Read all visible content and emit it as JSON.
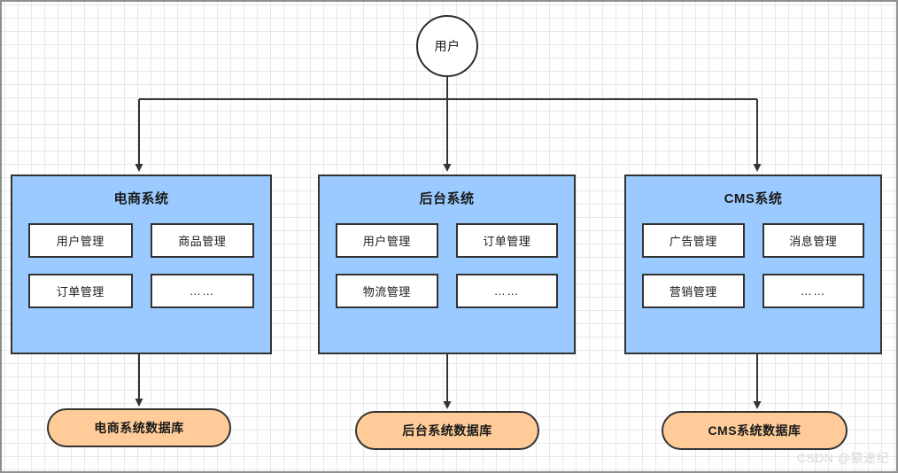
{
  "diagram": {
    "type": "architecture-diagram",
    "actor": {
      "label": "用户",
      "shape": "circle"
    },
    "systems": [
      {
        "title": "电商系统",
        "modules": [
          "用户管理",
          "商品管理",
          "订单管理",
          "……"
        ],
        "database": "电商系统数据库"
      },
      {
        "title": "后台系统",
        "modules": [
          "用户管理",
          "订单管理",
          "物流管理",
          "……"
        ],
        "database": "后台系统数据库"
      },
      {
        "title": "CMS系统",
        "modules": [
          "广告管理",
          "消息管理",
          "营销管理",
          "……"
        ],
        "database": "CMS系统数据库"
      }
    ],
    "colors": {
      "system_fill": "#9acaff",
      "module_fill": "#ffffff",
      "database_fill": "#ffcc99",
      "stroke": "#333333",
      "actor_stroke": "#2b2b2b",
      "grid_minor": "#e8e8e8",
      "grid_major": "#d4d4d4",
      "canvas_border": "#8f8f8f"
    },
    "watermark": "CSDN @猿途纪"
  }
}
